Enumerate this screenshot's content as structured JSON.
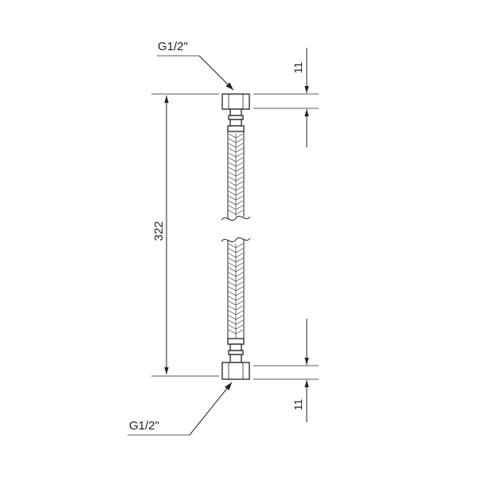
{
  "drawing": {
    "top_thread_label": "G1/2\"",
    "bottom_thread_label": "G1/2\"",
    "length_dimension": "322",
    "top_nut_dimension": "11",
    "bottom_nut_dimension": "11"
  }
}
